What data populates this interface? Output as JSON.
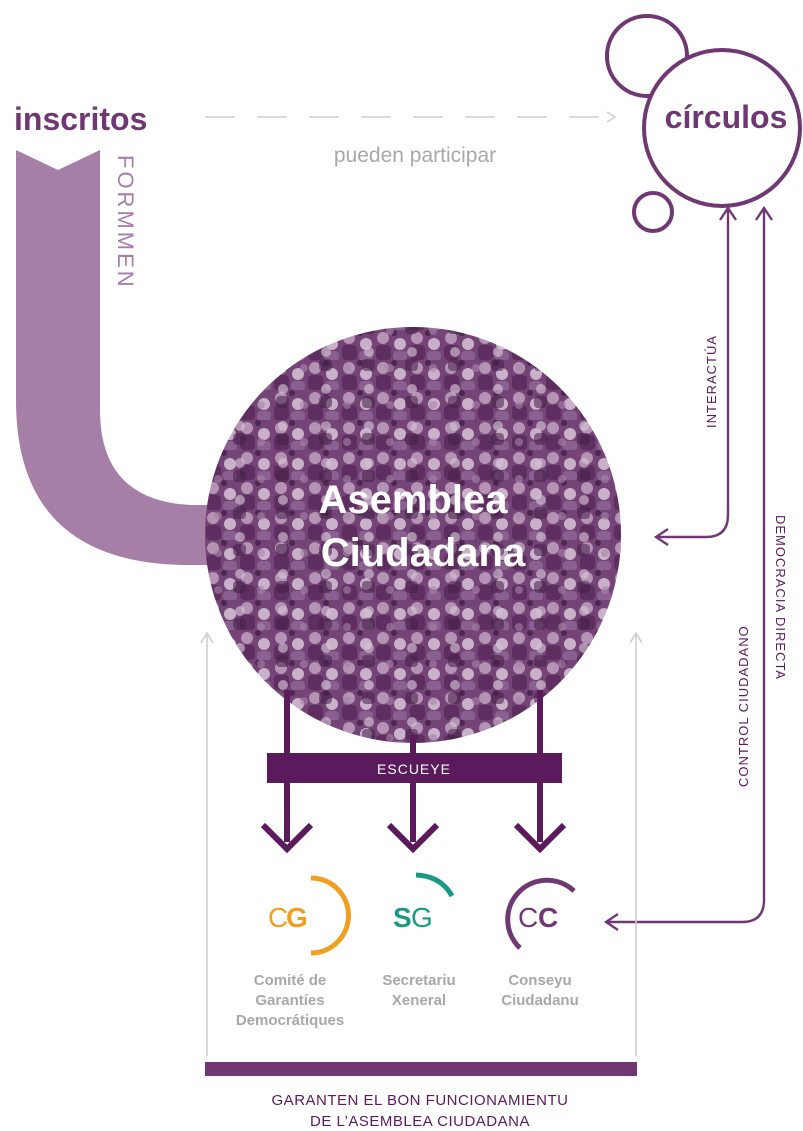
{
  "colors": {
    "purple_dark": "#5a1a5c",
    "purple_mid": "#6f3872",
    "purple_light": "#a57fa6",
    "grey_text": "#a8a8a8",
    "grey_line": "#cfcfcf",
    "orange": "#f0a020",
    "teal": "#1a9a82"
  },
  "top": {
    "inscritos": "inscritos",
    "circulos": "círculos",
    "pueden_participar": "pueden participar",
    "formmen": "FORMMEN"
  },
  "center": {
    "line1": "Asemblea",
    "line2": "Ciudadana",
    "photo_icon": "crowd-photo"
  },
  "side": {
    "interactua": "INTERACTÚA",
    "control": "CONTROL CIUDADANO",
    "democracia": "DEMOCRACIA DIRECTA"
  },
  "escueye": "ESCUEYE",
  "bodies": [
    {
      "abbr_a": "C",
      "abbr_b": "G",
      "line1": "Comité de",
      "line2": "Garantíes",
      "line3": "Democrátiques",
      "color": "#f0a020"
    },
    {
      "abbr_a": "S",
      "abbr_b": "G",
      "line1": "Secretariu",
      "line2": "Xeneral",
      "color": "#1a9a82"
    },
    {
      "abbr_a": "C",
      "abbr_b": "C",
      "line1": "Conseyu",
      "line2": "Ciudadanu",
      "color": "#6f3872"
    }
  ],
  "footer": {
    "line1": "GARANTEN EL BON FUNCIONAMIENTU",
    "line2": "DE L’ASEMBLEA CIUDADANA"
  }
}
